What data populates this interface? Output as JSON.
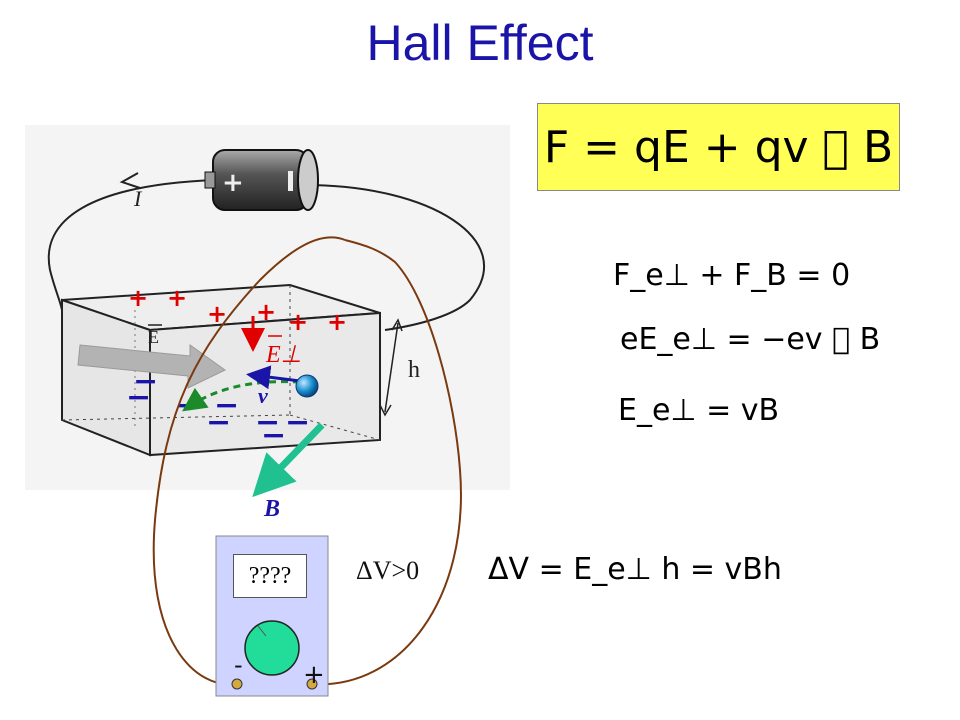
{
  "title": "Hall Effect",
  "force_equation": "F = qE + qv ⃞ B",
  "equations": {
    "eq1": "F_e⊥ + F_B = 0",
    "eq2": "eE_e⊥ = −ev ⃞ B",
    "eq3": "E_e⊥ = vB",
    "eq4": "ΔV = E_e⊥ h = vBh"
  },
  "labels": {
    "current": "I",
    "field_E": "E",
    "field_E_perp": "E⊥",
    "velocity": "v",
    "height": "h",
    "magnetic_field": "B",
    "voltage_condition": "ΔV>0",
    "plus_sign": "+",
    "minus_sign": "−",
    "meter_minus": "-",
    "meter_plus": "+"
  },
  "meter": {
    "readout": "????"
  },
  "colors": {
    "title": "#1a14a8",
    "equation_box": "#ffff55",
    "charge_plus": "#e00000",
    "charge_minus": "#1a14a8",
    "magnetic_arrow": "#20c090",
    "wire": "#7a3a10",
    "meter_body": "#cfd3ff",
    "meter_dial": "#22dd99",
    "electron": "#1a8fd0"
  }
}
